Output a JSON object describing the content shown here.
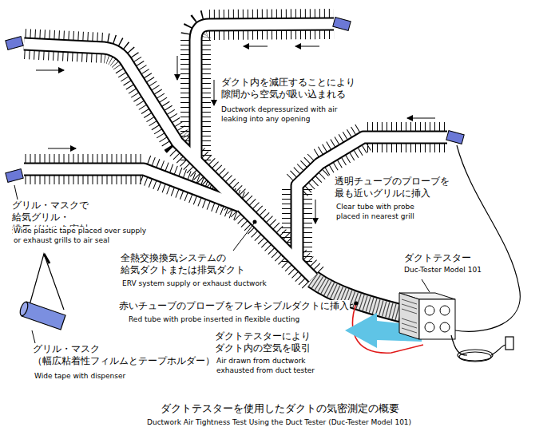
{
  "diagram": {
    "caption": "ダクトテスターを使用したダクトの気密測定の概要",
    "labels": [
      "ダクト内を減圧することにより 隙間から空気が吸い込まれる",
      "Ductwork depressurized with air leaking into any opening",
      "透明チューブのプローブを 最も近いグリルに挿入",
      "Clear tube with probe placed in nearest grill",
      "グリル・マスクで 給気グリル・排気グリルを密封",
      "Wide plastic tape placed over supply or exhaust grills to air seal",
      "全熱交換換気システムの 給気ダクトまたは排気ダクト",
      "ERV system supply or exhaust ductwork",
      "ダクトテスター",
      "Duc-Tester Model 101",
      "赤いチューブのプローブをフレキシブルダクトに挿入",
      "Red tube with probe inserted in flexible ducting",
      "ダクトテスターにより ダクト内の空気を吸引",
      "Air drawn from ductwork exhausted from duct tester",
      "グリル・マスク （幅広粘着性フィルムとテープホルダー）",
      "Wide tape with dispenser",
      "Ductwork Air Tightness Test Using the Duct Tester (Duc-Tester Model 101)"
    ]
  }
}
